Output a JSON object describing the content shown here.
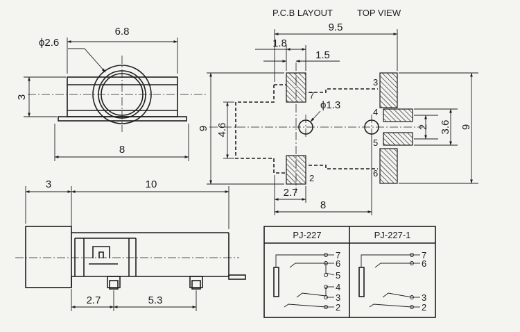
{
  "headers": {
    "pcb_layout": "P.C.B LAYOUT",
    "top_view": "TOP VIEW"
  },
  "front_view": {
    "phi": "ϕ2.6",
    "width_top": "6.8",
    "height": "3",
    "width_bottom": "8"
  },
  "side_view": {
    "left_len": "3",
    "body_len": "10",
    "pin_off": "2.7",
    "pin_spacing": "5.3"
  },
  "pcb": {
    "width": "9.5",
    "pad_w": "1.8",
    "pad_gap": "1.5",
    "hole": "ϕ1.3",
    "height": "9",
    "inner_h": "4.6",
    "pin_pitch": "2",
    "pair_h": "3.6",
    "height_r": "9",
    "bottom_off": "2.7",
    "bottom_len": "8",
    "pins": {
      "p2": "2",
      "p3": "3",
      "p4": "4",
      "p5": "5",
      "p6": "6",
      "p7": "7"
    }
  },
  "schematic": {
    "left_title": "PJ-227",
    "right_title": "PJ-227-1",
    "left_pins": [
      "7",
      "6",
      "5",
      "4",
      "3",
      "2"
    ],
    "right_pins": [
      "7",
      "6",
      "3",
      "2"
    ]
  }
}
